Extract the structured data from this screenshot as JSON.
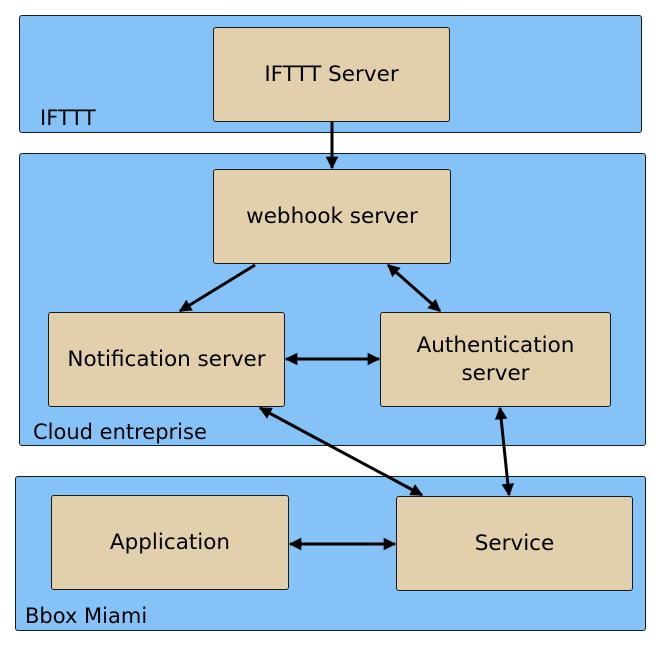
{
  "colors": {
    "zone_fill": "#85c2f8",
    "node_fill": "#e2cfab",
    "stroke": "#000000"
  },
  "zones": {
    "ifttt": "IFTTT",
    "cloud": "Cloud entreprise",
    "bbox": "Bbox Miami"
  },
  "nodes": {
    "ifttt_server": "IFTTT Server",
    "webhook_server": "webhook server",
    "notification_server": "Notification server",
    "authentication_server": "Authentication\nserver",
    "application": "Application",
    "service": "Service"
  },
  "edges": [
    {
      "from": "ifttt_server",
      "to": "webhook_server",
      "direction": "forward"
    },
    {
      "from": "webhook_server",
      "to": "notification_server",
      "direction": "forward"
    },
    {
      "from": "webhook_server",
      "to": "authentication_server",
      "direction": "both"
    },
    {
      "from": "notification_server",
      "to": "authentication_server",
      "direction": "both"
    },
    {
      "from": "notification_server",
      "to": "service",
      "direction": "both"
    },
    {
      "from": "authentication_server",
      "to": "service",
      "direction": "both"
    },
    {
      "from": "application",
      "to": "service",
      "direction": "both"
    }
  ]
}
